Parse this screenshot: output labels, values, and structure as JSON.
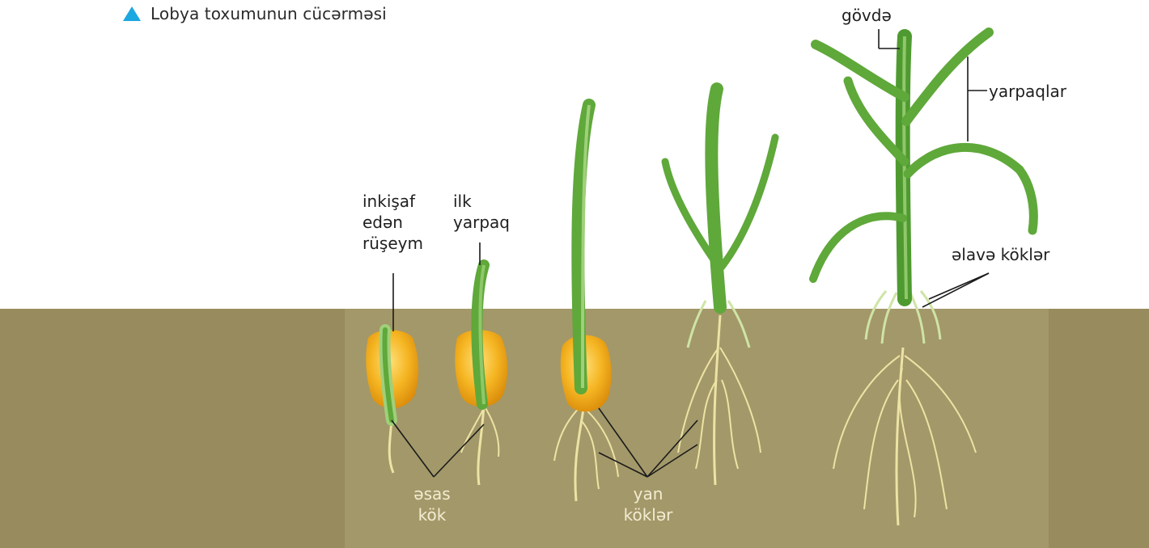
{
  "caption": "Lobya toxumunun cücərməsi",
  "labels": {
    "embryo": [
      "inkişaf",
      "edən",
      "rüşeym"
    ],
    "first_leaf": [
      "ilk",
      "yarpaq"
    ],
    "stem": "gövdə",
    "leaves": "yarpaqlar",
    "adventitious_roots": "əlavə köklər",
    "main_root": [
      "əsas",
      "kök"
    ],
    "lateral_roots": [
      "yan",
      "köklər"
    ]
  },
  "colors": {
    "soil": "#988c5e",
    "soil_light": "#a39869",
    "leaf": "#5fa83a",
    "leaf_dark": "#3e7d25",
    "seed": "#f2b52a",
    "root": "#ece3a4",
    "accent": "#1ba7e0"
  },
  "icons": [
    "triangle-bullet-icon"
  ]
}
